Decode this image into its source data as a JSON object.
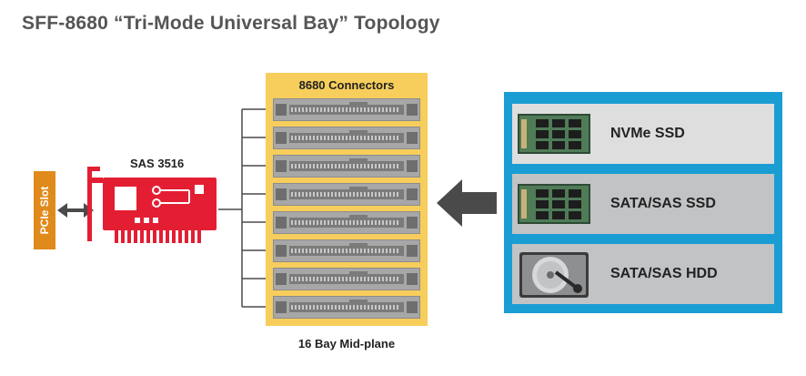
{
  "title": "SFF-8680 “Tri-Mode Universal Bay” Topology",
  "pcie_slot": {
    "label": "PCIe Slot"
  },
  "controller": {
    "label": "SAS 3516"
  },
  "connector_panel": {
    "label": "8680 Connectors",
    "connector_count": 8,
    "footer_label": "16 Bay Mid-plane"
  },
  "drives": [
    {
      "label": "NVMe SSD",
      "icon": "ssd-board-icon"
    },
    {
      "label": "SATA/SAS SSD",
      "icon": "ssd-board-icon"
    },
    {
      "label": "SATA/SAS HDD",
      "icon": "hard-drive-icon"
    }
  ],
  "colors": {
    "pcie": "#e08a1c",
    "controller": "#e31e33",
    "panel": "#f7ce5b",
    "drive_frame": "#1a9dd3",
    "arrow": "#4a4a4a"
  }
}
